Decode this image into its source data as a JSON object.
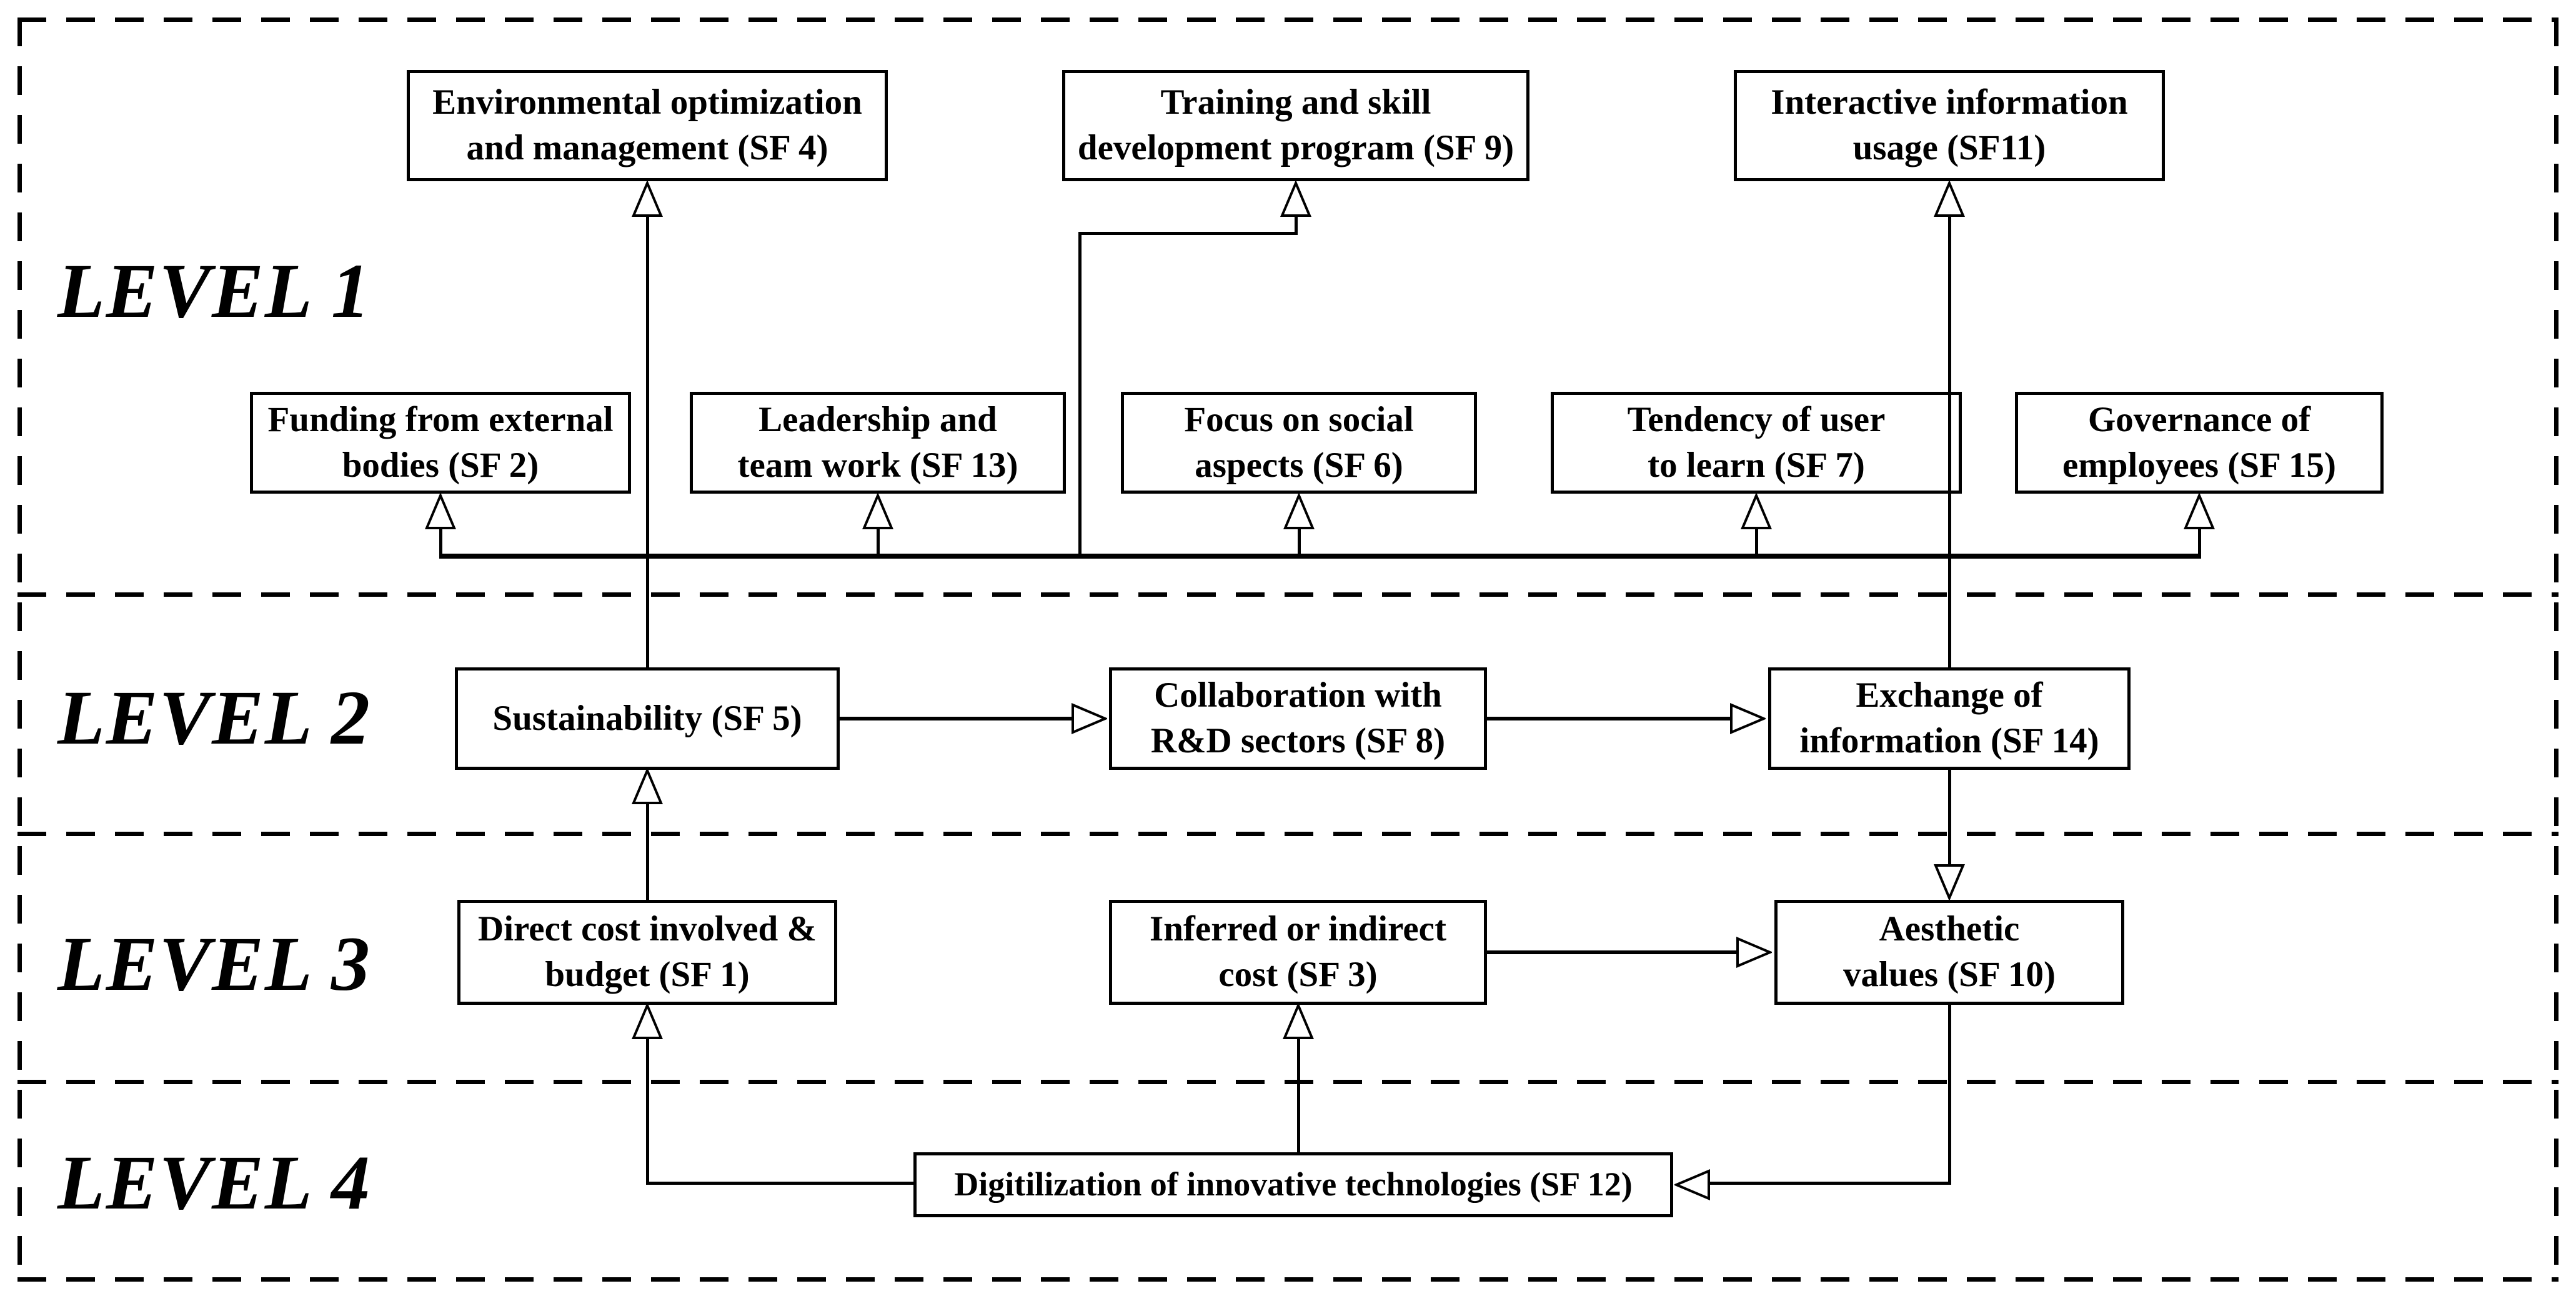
{
  "diagram": {
    "type": "ISM level hierarchy diagram",
    "level_labels": [
      "LEVEL 1",
      "LEVEL 2",
      "LEVEL 3",
      "LEVEL 4"
    ],
    "levels": {
      "level_1": [
        "sf4",
        "sf9",
        "sf11",
        "sf2",
        "sf13",
        "sf6",
        "sf7",
        "sf15"
      ],
      "level_2": [
        "sf5",
        "sf8",
        "sf14"
      ],
      "level_3": [
        "sf1",
        "sf3",
        "sf10"
      ],
      "level_4": [
        "sf12"
      ]
    },
    "factors": {
      "sf4": {
        "label": "Environmental optimization\nand management (SF 4)"
      },
      "sf9": {
        "label": "Training and skill\ndevelopment program (SF 9)"
      },
      "sf11": {
        "label": "Interactive information\nusage (SF11)"
      },
      "sf2": {
        "label": "Funding from external\nbodies (SF 2)"
      },
      "sf13": {
        "label": "Leadership and\nteam work (SF 13)"
      },
      "sf6": {
        "label": "Focus on social\naspects (SF 6)"
      },
      "sf7": {
        "label": "Tendency of user\nto learn (SF 7)"
      },
      "sf15": {
        "label": "Governance of\nemployees (SF 15)"
      },
      "sf5": {
        "label": "Sustainability (SF 5)"
      },
      "sf8": {
        "label": "Collaboration with\nR&D sectors (SF 8)"
      },
      "sf14": {
        "label": "Exchange of\ninformation (SF 14)"
      },
      "sf1": {
        "label": "Direct cost involved &\nbudget (SF 1)"
      },
      "sf3": {
        "label": "Inferred or indirect\ncost (SF 3)"
      },
      "sf10": {
        "label": "Aesthetic\nvalues (SF 10)"
      },
      "sf12": {
        "label": "Digitilization of innovative technologies (SF 12)"
      }
    },
    "connections": [
      {
        "from": "sf5",
        "to": "sf4"
      },
      {
        "from": "sf14",
        "to": "sf11"
      },
      {
        "from": "level2-bus",
        "to": "sf2"
      },
      {
        "from": "level2-bus",
        "to": "sf13"
      },
      {
        "from": "level2-bus",
        "to": "sf6"
      },
      {
        "from": "level2-bus",
        "to": "sf7"
      },
      {
        "from": "level2-bus",
        "to": "sf15"
      },
      {
        "from": "level2-bus",
        "to": "sf9"
      },
      {
        "from": "sf5",
        "to": "sf8"
      },
      {
        "from": "sf8",
        "to": "sf14"
      },
      {
        "from": "sf14",
        "to": "sf10"
      },
      {
        "from": "sf1",
        "to": "sf5"
      },
      {
        "from": "sf3",
        "to": "sf10"
      },
      {
        "from": "sf12",
        "to": "sf1"
      },
      {
        "from": "sf12",
        "to": "sf3"
      },
      {
        "from": "sf10",
        "to": "sf12"
      }
    ],
    "bus_sources": [
      "sf5",
      "sf14"
    ],
    "icons": {
      "arrowhead-up-icon": "△",
      "arrowhead-down-icon": "▽",
      "arrowhead-right-icon": "▷",
      "arrowhead-left-icon": "◁"
    },
    "colors": {
      "line": "#000000",
      "box_border": "#000000",
      "text": "#000000",
      "background": "#ffffff"
    }
  }
}
